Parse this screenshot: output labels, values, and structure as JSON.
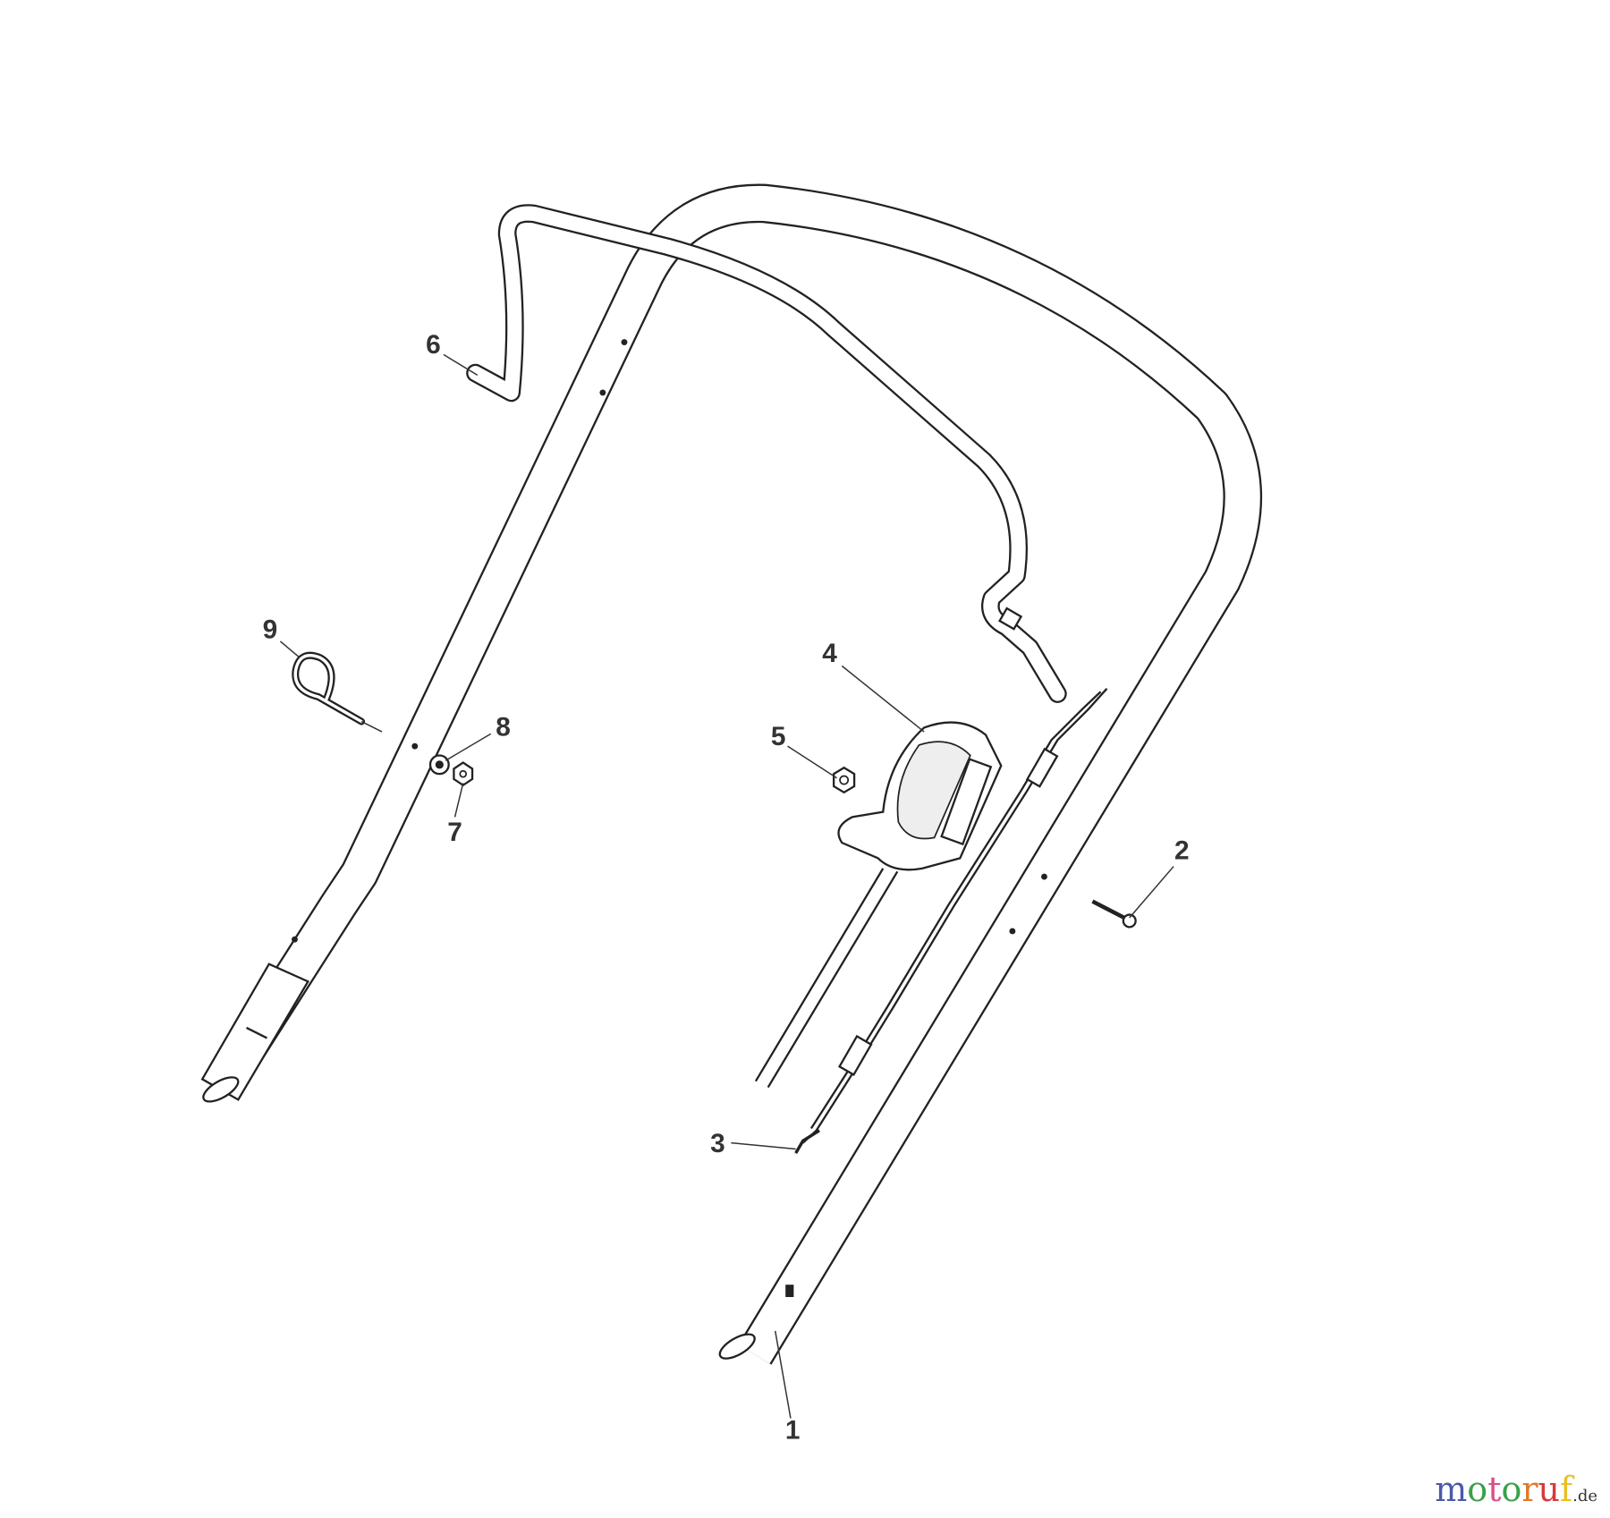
{
  "diagram": {
    "parts": [
      {
        "number": "1",
        "name": "handle-tube"
      },
      {
        "number": "2",
        "name": "screw"
      },
      {
        "number": "3",
        "name": "cable-hook"
      },
      {
        "number": "4",
        "name": "throttle-lever"
      },
      {
        "number": "5",
        "name": "nut"
      },
      {
        "number": "6",
        "name": "bail-lever"
      },
      {
        "number": "7",
        "name": "nut"
      },
      {
        "number": "8",
        "name": "washer"
      },
      {
        "number": "9",
        "name": "hook-bolt"
      }
    ]
  },
  "watermark": {
    "text": "motoruf",
    "suffix": ".de",
    "letters": [
      "m",
      "o",
      "t",
      "o",
      "r",
      "u",
      "f"
    ],
    "colors": [
      "#4a5aa8",
      "#3aa04a",
      "#d8508a",
      "#3aa04a",
      "#e07a2a",
      "#d83a3a",
      "#e8c020"
    ]
  }
}
